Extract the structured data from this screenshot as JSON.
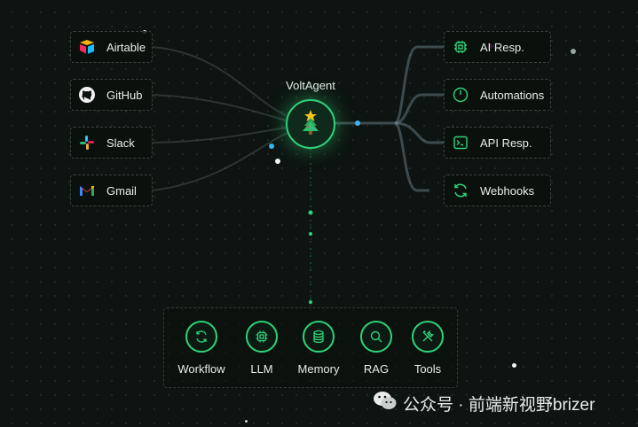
{
  "hub": {
    "title": "VoltAgent",
    "icon": "christmas-tree-icon"
  },
  "sources": [
    {
      "label": "Airtable",
      "icon": "airtable-icon"
    },
    {
      "label": "GitHub",
      "icon": "github-icon"
    },
    {
      "label": "Slack",
      "icon": "slack-icon"
    },
    {
      "label": "Gmail",
      "icon": "gmail-icon"
    }
  ],
  "outputs": [
    {
      "label": "AI Resp.",
      "icon": "chip-icon"
    },
    {
      "label": "Automations",
      "icon": "gauge-icon"
    },
    {
      "label": "API Resp.",
      "icon": "terminal-icon"
    },
    {
      "label": "Webhooks",
      "icon": "refresh-icon"
    }
  ],
  "tools": [
    {
      "label": "Workflow",
      "icon": "cycle-icon"
    },
    {
      "label": "LLM",
      "icon": "chip-icon"
    },
    {
      "label": "Memory",
      "icon": "database-icon"
    },
    {
      "label": "RAG",
      "icon": "search-icon"
    },
    {
      "label": "Tools",
      "icon": "wrench-icon"
    }
  ],
  "watermark": {
    "text": "公众号 · 前端新视野brizer",
    "icon": "wechat-icon"
  },
  "colors": {
    "accent": "#2fd27a",
    "background": "#0d1411",
    "pulse_blue": "#35b6f0",
    "pulse_pink": "#e24bd6"
  }
}
